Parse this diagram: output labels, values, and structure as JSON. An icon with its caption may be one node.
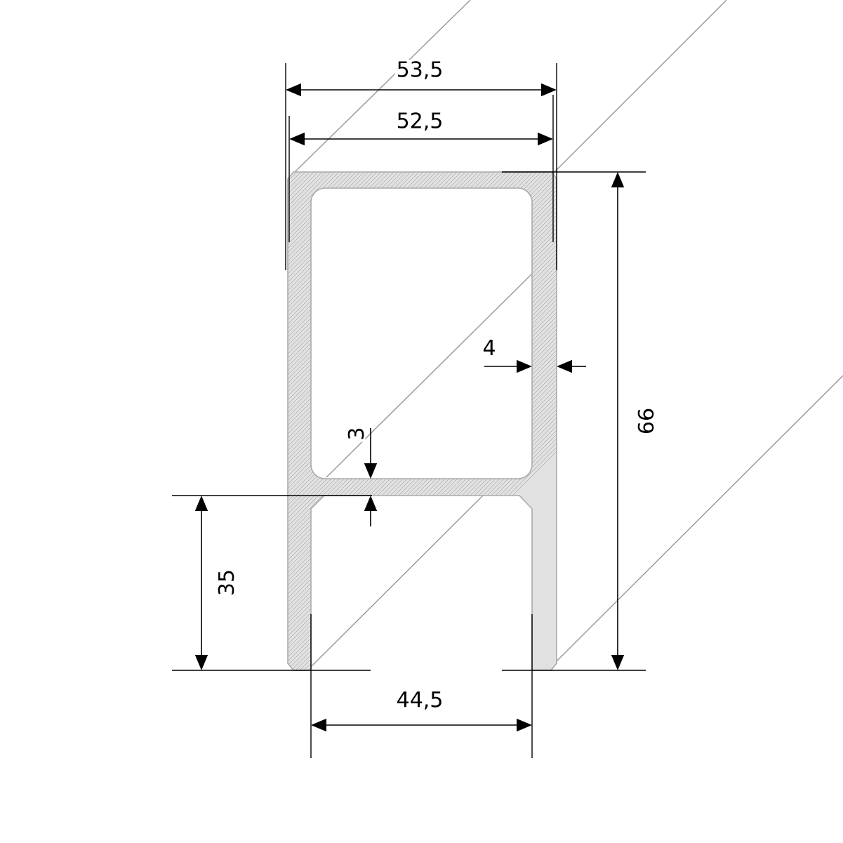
{
  "diagram": {
    "labels": [
      "53,5",
      "52,5",
      "4",
      "3",
      "99",
      "35",
      "44,5"
    ]
  }
}
